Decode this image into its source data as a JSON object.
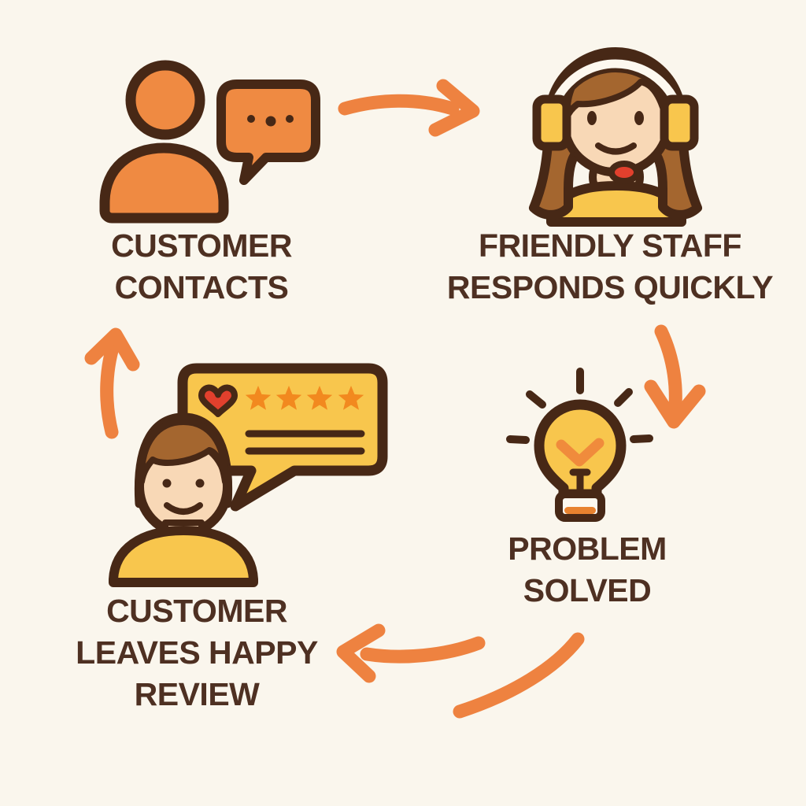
{
  "background_color": "#faf6ed",
  "palette": {
    "outline_brown": "#472816",
    "text_brown": "#4e3022",
    "icon_orange": "#ef8a42",
    "arrow_orange": "#ee8240",
    "accent_yellow": "#f8c64d",
    "skin_tone": "#f8d8b6",
    "hair_brown": "#a4662f",
    "accent_red": "#e2402d",
    "star_orange": "#f2891f",
    "off_white": "#fdf8ef"
  },
  "steps": [
    {
      "id": "customer-contacts",
      "icon": "person-speech-bubble-icon",
      "lines": [
        "CUSTOMER",
        "CONTACTS"
      ]
    },
    {
      "id": "friendly-staff",
      "icon": "support-agent-headset-icon",
      "lines": [
        "FRIENDLY STAFF",
        "RESPONDS QUICKLY"
      ]
    },
    {
      "id": "problem-solved",
      "icon": "lightbulb-idea-icon",
      "lines": [
        "PROBLEM",
        "SOLVED"
      ]
    },
    {
      "id": "happy-review",
      "icon": "review-speech-bubble-icon",
      "lines": [
        "CUSTOMER",
        "LEAVES HAPPY",
        "REVIEW"
      ],
      "review_stars": 4,
      "review_has_heart": true,
      "review_text_lines": 2
    }
  ],
  "arrows": [
    {
      "name": "arrow-contacts-to-staff",
      "from": "customer-contacts",
      "to": "friendly-staff"
    },
    {
      "name": "arrow-staff-to-solved",
      "from": "friendly-staff",
      "to": "problem-solved"
    },
    {
      "name": "arrow-solved-to-review",
      "from": "problem-solved",
      "to": "happy-review"
    },
    {
      "name": "arrow-review-to-contacts",
      "from": "happy-review",
      "to": "customer-contacts"
    }
  ]
}
